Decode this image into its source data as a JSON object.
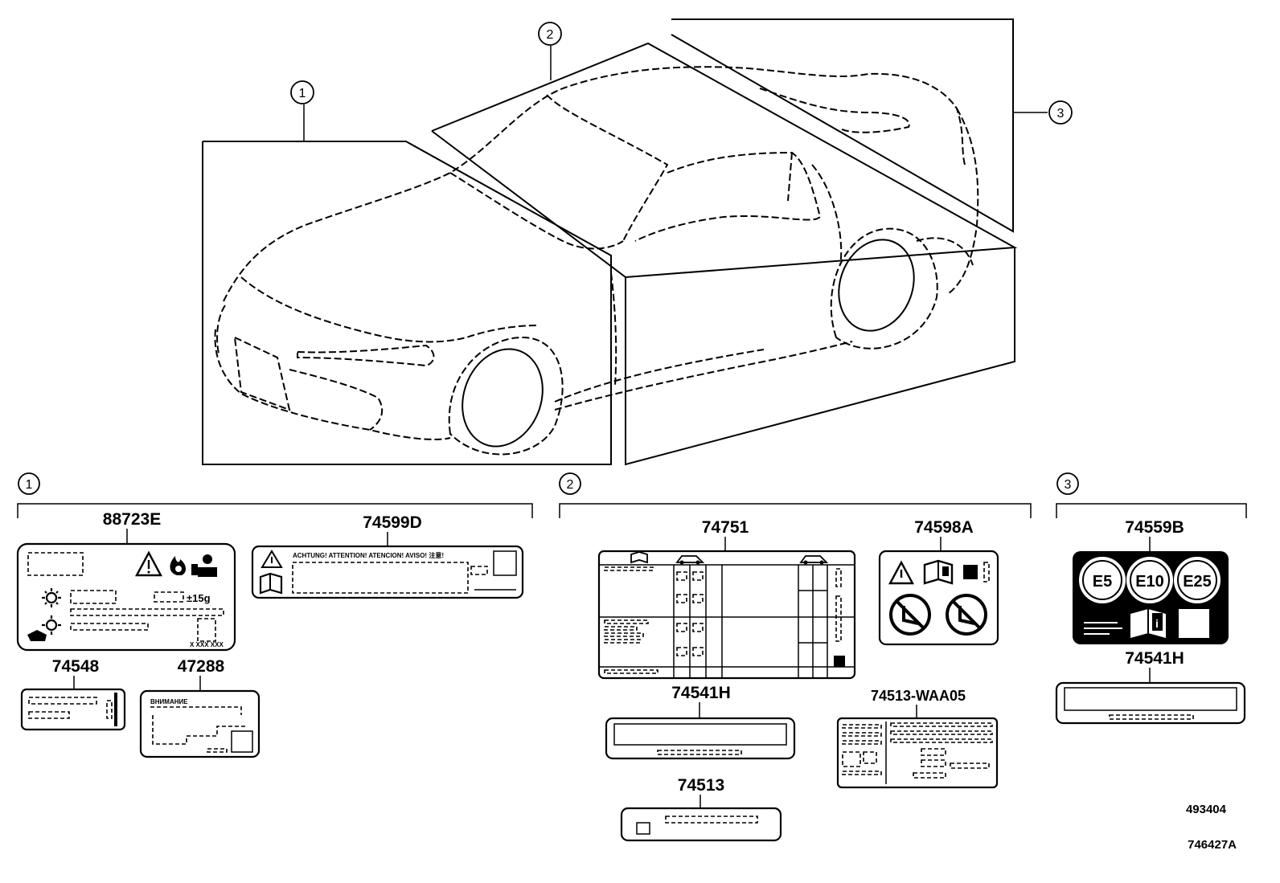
{
  "callouts": [
    "1",
    "2",
    "3"
  ],
  "groups": [
    {
      "id": "1",
      "label": "1"
    },
    {
      "id": "2",
      "label": "2"
    },
    {
      "id": "3",
      "label": "3"
    }
  ],
  "parts": {
    "p88723E": "88723E",
    "p74599D": "74599D",
    "p74548": "74548",
    "p47288": "47288",
    "p74751": "74751",
    "p74598A": "74598A",
    "p74541H_2": "74541H",
    "p74513_WAA05": "74513-WAA05",
    "p74513": "74513",
    "p74559B": "74559B",
    "p74541H_3": "74541H"
  },
  "label_text": {
    "refrigerant_amount": "±15g",
    "refrigerant_code": "X XXX XXX",
    "warning_langs": "ACHTUNG!  ATTENTION!  ATENCION!  AVISO!  注意!",
    "russian_warning": "ВНИМАНИЕ"
  },
  "fuel_badges": [
    "E5",
    "E10",
    "E25"
  ],
  "fuel_info_mark": "i",
  "references": [
    "493404",
    "746427A"
  ],
  "colors": {
    "line": "#000000",
    "background": "#ffffff",
    "fuel_label": "#000000"
  }
}
